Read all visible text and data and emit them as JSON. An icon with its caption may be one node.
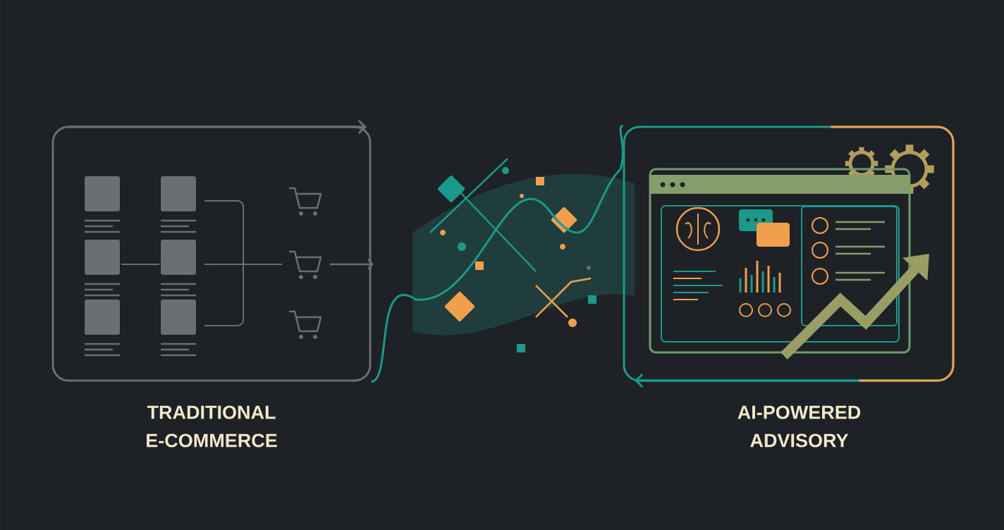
{
  "diagram": {
    "nodes": [
      {
        "text": [
          "TRADITIONAL E-COMMERCE"
        ]
      },
      {
        "text": [
          "AI-POWERED ADVISORY"
        ]
      }
    ],
    "edges": [
      {
        "from": 0,
        "to": 1,
        "arrow": "none",
        "color": "#1a9a8a"
      }
    ]
  }
}
